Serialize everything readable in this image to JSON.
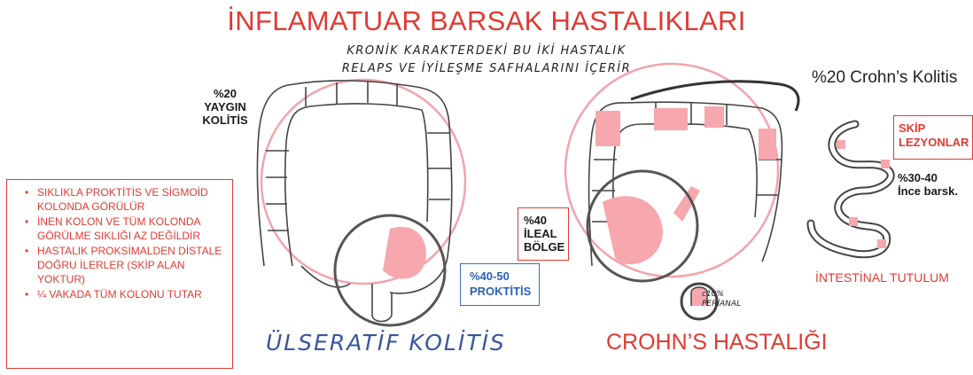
{
  "title": "İNFLAMATUAR BARSAK HASTALIKLARI",
  "subtitle_line1": "KRONİK KARAKTERDEKİ BU İKİ HASTALIK",
  "subtitle_line2": "RELAPS VE İYİLEŞME SAFHALARINI İÇERİR",
  "left_label": {
    "line1": "%20",
    "line2": "YAYGIN",
    "line3": "KOLİTİS"
  },
  "crohn_kolitis": "%20 Crohn’s Kolitis",
  "callout_items": [
    "SIKLIKLA PROKTİTİS VE SİGMOİD KOLONDA GÖRÜLÜR",
    "İNEN KOLON VE TÜM KOLONDA GÖRÜLME SIKLIĞI AZ DEĞİLDİR",
    "HASTALIK PROKSİMALDEN DİSTALE DOĞRU İLERLER (SKİP ALAN YOKTUR)",
    "¼ VAKADA TÜM KOLONU TUTAR"
  ],
  "proktitis": {
    "line1": "%40-50",
    "line2": "PROKTİTİS"
  },
  "ileal": {
    "line1": "%40",
    "line2": "İLEAL",
    "line3": "BÖLGE"
  },
  "skip": {
    "line1": "SKİP",
    "line2": "LEZYONLAR"
  },
  "small_bowel": {
    "line1": "%30-40",
    "line2": "İnce barsk."
  },
  "intestinal": "İNTESTİNAL TUTULUM",
  "perianal": {
    "line1": "c10%",
    "line2": "PERİANAL"
  },
  "uc_title": "ÜLSERATİF KOLİTİS",
  "cd_title": "CROHN’S HASTALIĞI",
  "colors": {
    "red": "#e03a32",
    "blue": "#3a55a0",
    "pink": "#f2a9b0"
  }
}
